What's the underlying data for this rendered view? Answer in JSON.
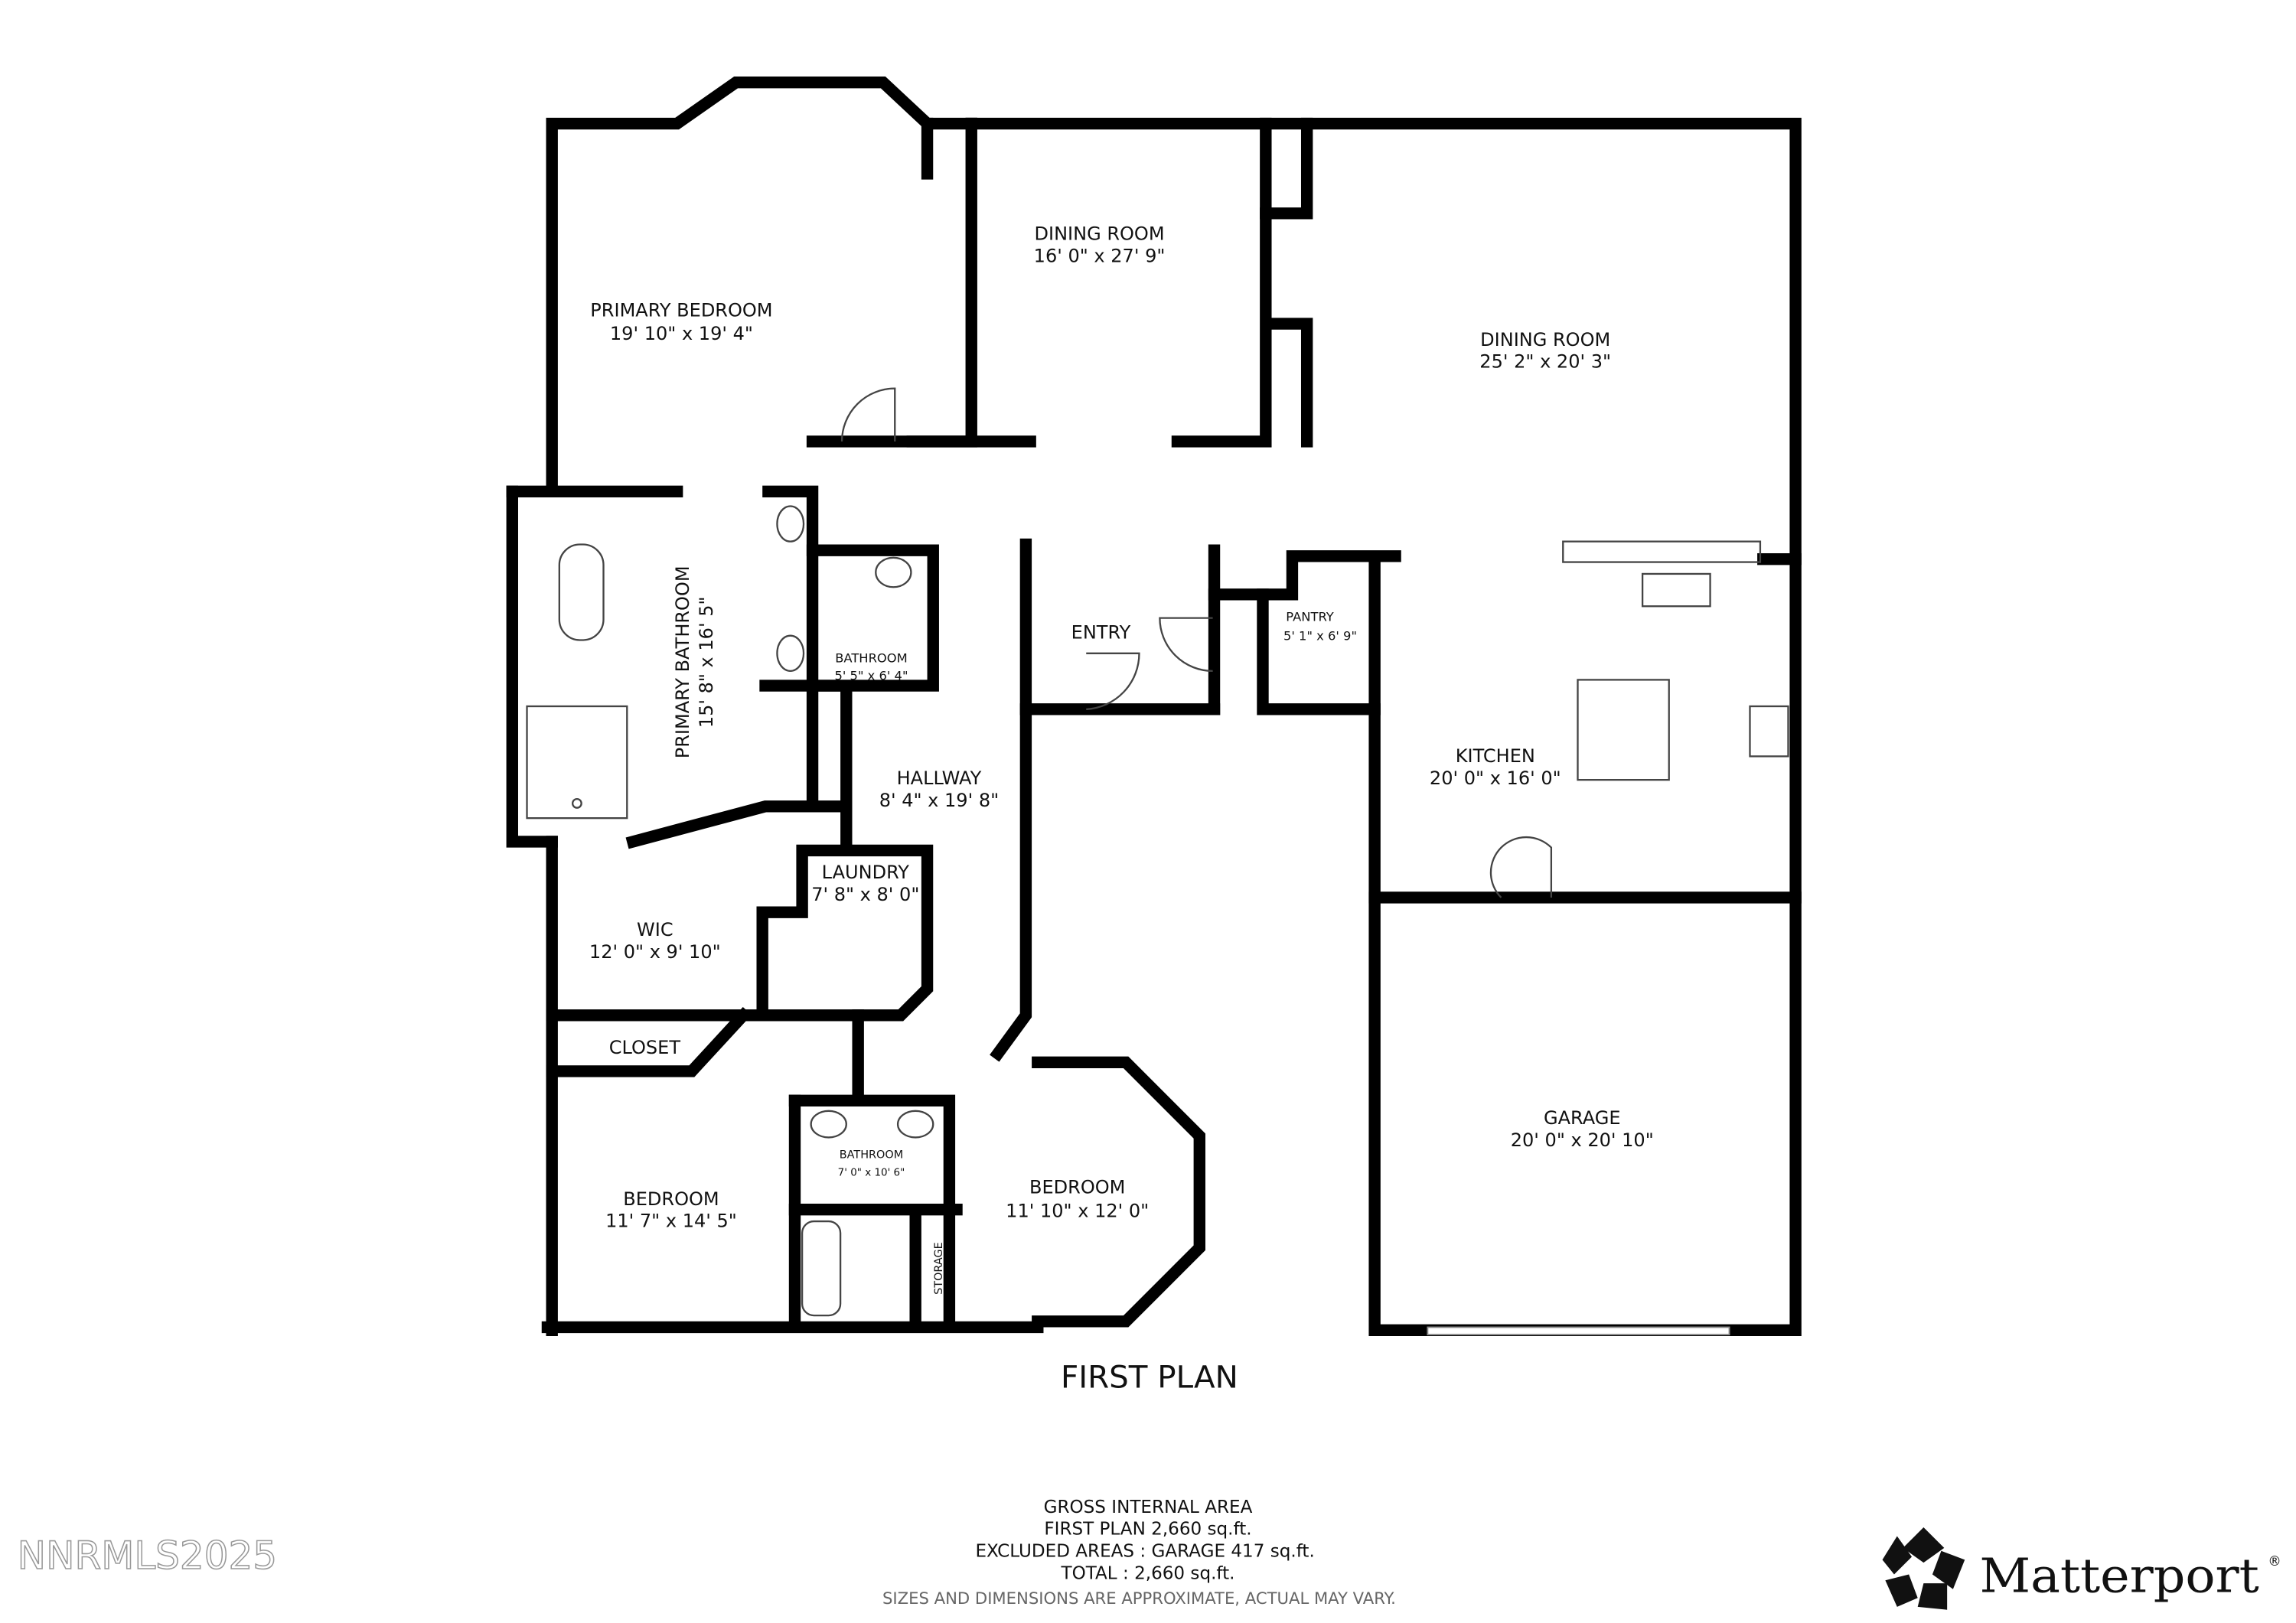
{
  "rooms": [
    {
      "name": "PRIMARY BEDROOM",
      "size": "19' 10\" x 19' 4\""
    },
    {
      "name": "DINING ROOM",
      "size": "16' 0\" x 27' 9\""
    },
    {
      "name": "DINING ROOM",
      "size": "25' 2\" x 20' 3\""
    },
    {
      "name": "PRIMARY BATHROOM",
      "size": "15' 8\" x 16' 5\""
    },
    {
      "name": "BATHROOM",
      "size": "5' 5\" x 6' 4\""
    },
    {
      "name": "ENTRY",
      "size": ""
    },
    {
      "name": "PANTRY",
      "size": "5' 1\" x 6' 9\""
    },
    {
      "name": "HALLWAY",
      "size": "8' 4\" x 19' 8\""
    },
    {
      "name": "KITCHEN",
      "size": "20' 0\" x 16' 0\""
    },
    {
      "name": "LAUNDRY",
      "size": "7' 8\" x 8' 0\""
    },
    {
      "name": "WIC",
      "size": "12' 0\" x 9' 10\""
    },
    {
      "name": "CLOSET",
      "size": ""
    },
    {
      "name": "BEDROOM",
      "size": "11' 7\" x 14' 5\""
    },
    {
      "name": "BATHROOM",
      "size": "7' 0\" x 10' 6\""
    },
    {
      "name": "STORAGE",
      "size": ""
    },
    {
      "name": "BEDROOM",
      "size": "11' 10\" x 12' 0\""
    },
    {
      "name": "GARAGE",
      "size": "20' 0\" x 20' 10\""
    }
  ],
  "plan_title": "FIRST PLAN",
  "area_summary": {
    "heading": "GROSS INTERNAL AREA",
    "first_plan": "FIRST PLAN 2,660 sq.ft.",
    "excluded": "EXCLUDED AREAS :  GARAGE 417 sq.ft.",
    "total": "TOTAL :  2,660 sq.ft.",
    "disclaimer": "SIZES AND DIMENSIONS ARE APPROXIMATE, ACTUAL MAY VARY."
  },
  "watermark": "NNRMLS2025",
  "brand": {
    "name": "Matterport",
    "mark": "®",
    "icon": "matterport-logo-icon"
  }
}
